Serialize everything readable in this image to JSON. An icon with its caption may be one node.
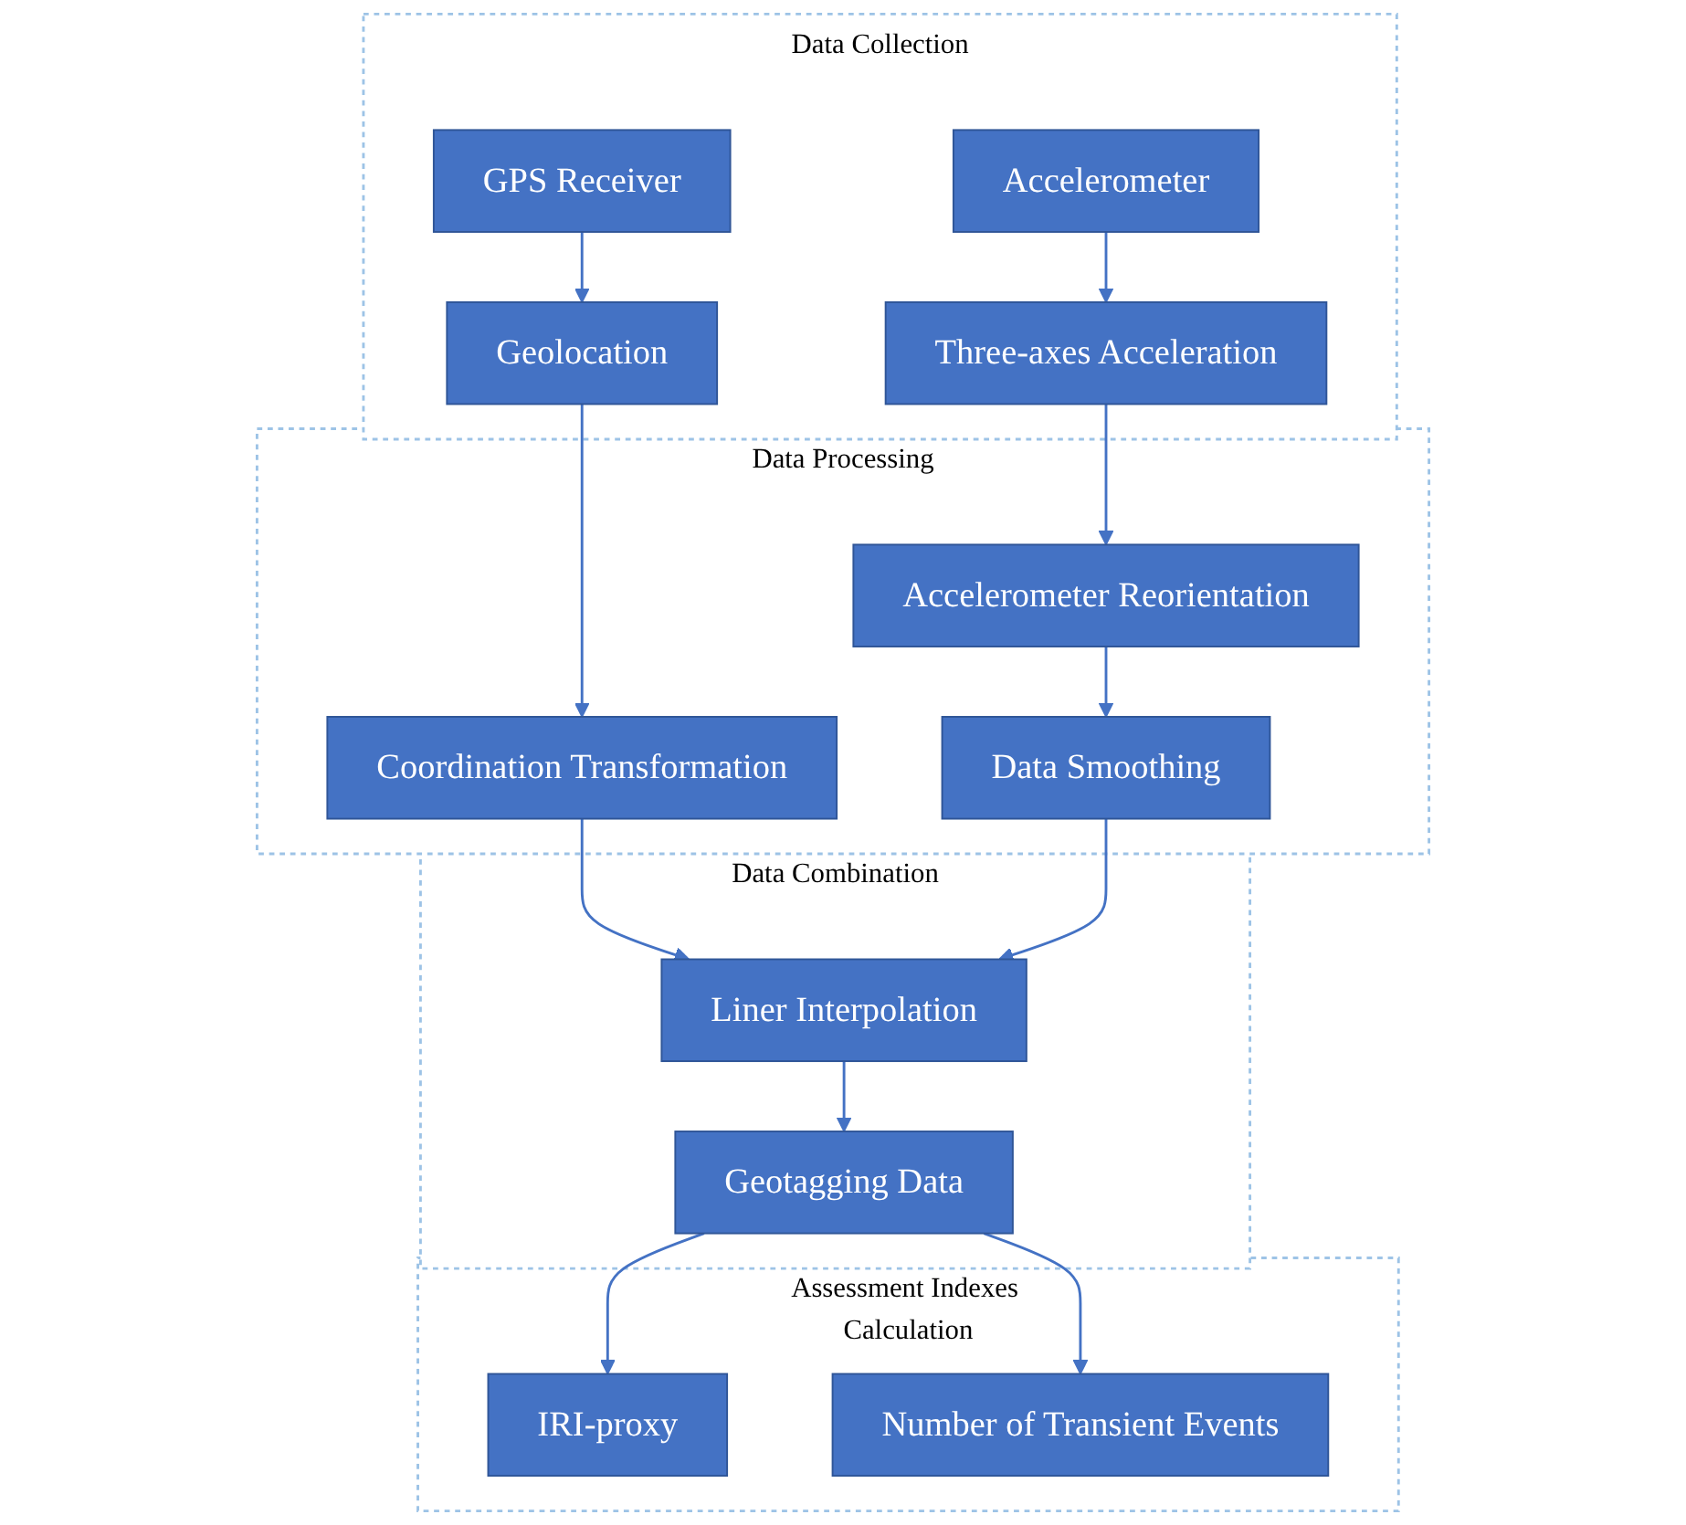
{
  "diagram": {
    "nodes": [
      {
        "text": [
          "Data Collection"
        ]
      },
      {
        "text": [
          "GPS Receiver"
        ],
        "in": 0
      },
      {
        "text": [
          "Accelerometer"
        ],
        "in": 0
      },
      {
        "text": [
          "Geolocation"
        ],
        "in": 0
      },
      {
        "text": [
          "Three-axes Acceleration"
        ],
        "in": 0
      },
      {
        "text": [
          "Data Processing"
        ]
      },
      {
        "text": [
          "Accelerometer Reorientation"
        ],
        "in": 5
      },
      {
        "text": [
          "Coordination Transformation"
        ],
        "in": 5
      },
      {
        "text": [
          "Data Smoothing"
        ],
        "in": 5
      },
      {
        "text": [
          "Data Combination"
        ]
      },
      {
        "text": [
          "Liner Interpolation"
        ],
        "in": 9
      },
      {
        "text": [
          "Geotagging Data"
        ],
        "in": 9
      },
      {
        "text": [
          "Assessment Indexes Calculation"
        ]
      },
      {
        "text": [
          "IRI-proxy"
        ],
        "in": 12
      },
      {
        "text": [
          "Number of Transient Events"
        ],
        "in": 12
      }
    ],
    "edges": [
      {
        "from": 1,
        "to": 3,
        "arrow": "to"
      },
      {
        "from": 2,
        "to": 4,
        "arrow": "to"
      },
      {
        "from": 3,
        "to": 7,
        "arrow": "to"
      },
      {
        "from": 4,
        "to": 6,
        "arrow": "to"
      },
      {
        "from": 6,
        "to": 8,
        "arrow": "to"
      },
      {
        "from": 7,
        "to": 10,
        "arrow": "to"
      },
      {
        "from": 8,
        "to": 10,
        "arrow": "to"
      },
      {
        "from": 10,
        "to": 11,
        "arrow": "to"
      },
      {
        "from": 11,
        "to": 13,
        "arrow": "to"
      },
      {
        "from": 11,
        "to": 14,
        "arrow": "to"
      }
    ]
  }
}
